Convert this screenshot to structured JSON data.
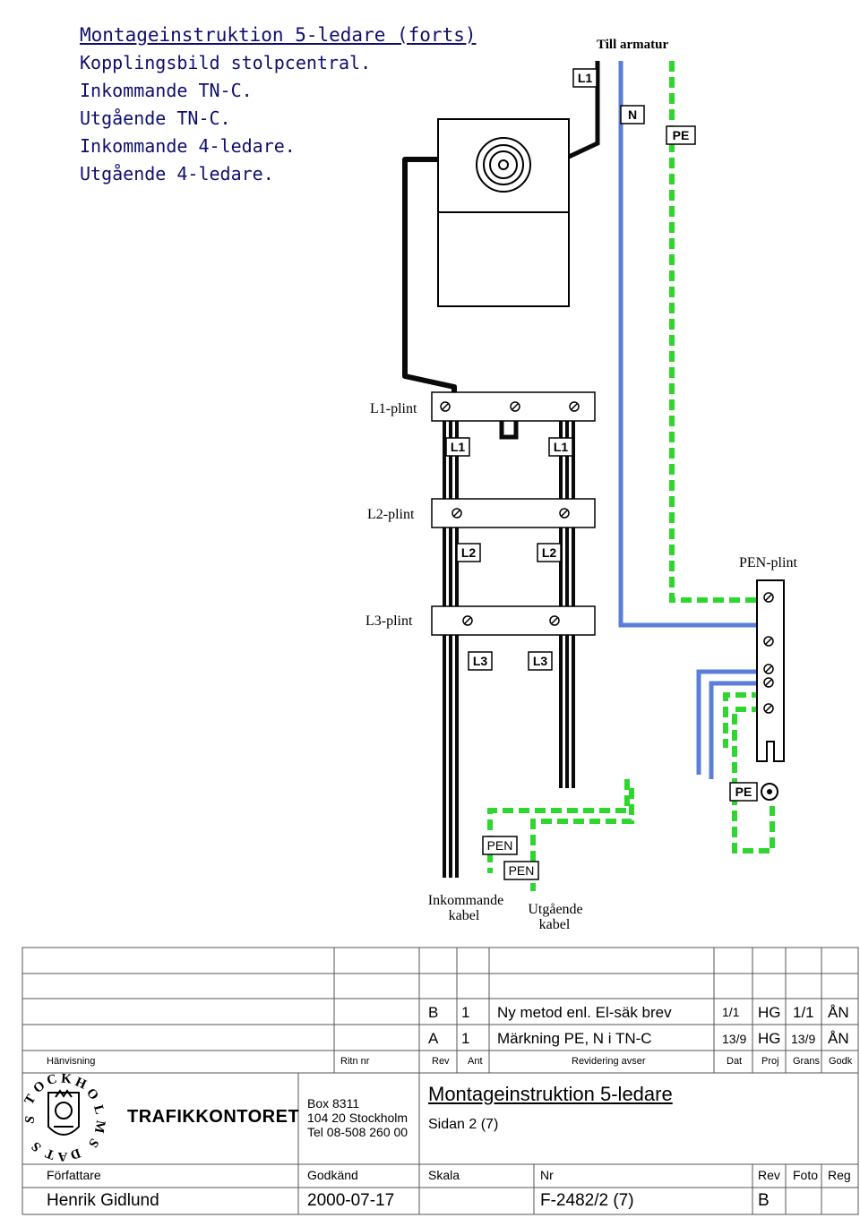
{
  "heading": {
    "title": "Montageinstruktion 5-ledare (forts)",
    "lines": [
      "Kopplingsbild stolpcentral.",
      "Inkommande TN-C.",
      "Utgående TN-C.",
      "Inkommande 4-ledare.",
      "Utgående 4-ledare."
    ]
  },
  "diagram": {
    "till_armatur": "Till armatur",
    "tags": {
      "l1": "L1",
      "l2": "L2",
      "l3": "L3",
      "n": "N",
      "pe": "PE",
      "pen": "PEN"
    },
    "plints": {
      "l1": "L1-plint",
      "l2": "L2-plint",
      "l3": "L3-plint",
      "pen": "PEN-plint"
    },
    "incoming": [
      "Inkommande",
      "kabel"
    ],
    "outgoing": [
      "Utgående",
      "kabel"
    ],
    "colors": {
      "blue": "#5b7fd8",
      "green": "#2fd62f",
      "black": "#0a0a0a"
    }
  },
  "revisions": [
    {
      "rev": "B",
      "ant": "1",
      "desc": "Ny metod enl. El-säk brev",
      "dat": "1/1",
      "proj": "HG",
      "grans": "1/1",
      "godk": "ÅN"
    },
    {
      "rev": "A",
      "ant": "1",
      "desc": "Märkning PE, N i TN-C",
      "dat": "13/9",
      "proj": "HG",
      "grans": "13/9",
      "godk": "ÅN"
    }
  ],
  "rev_headers": {
    "hanvisning": "Hänvisning",
    "ritn": "Ritn nr",
    "rev": "Rev",
    "ant": "Ant",
    "revidering": "Revidering avser",
    "dat": "Dat",
    "proj": "Proj",
    "grans": "Grans",
    "godk": "Godk"
  },
  "org": {
    "logo_text": "STOCKHOLMS STAD",
    "department": "TRAFIKKONTORET",
    "address": [
      "Box 8311",
      "104 20  Stockholm",
      "Tel 08-508 260 00"
    ]
  },
  "document": {
    "title": "Montageinstruktion 5-ledare",
    "page": "Sidan 2 (7)"
  },
  "footer_headers": {
    "forfattare": "Författare",
    "godkand": "Godkänd",
    "skala": "Skala",
    "nr": "Nr",
    "rev": "Rev",
    "foto": "Foto",
    "reg": "Reg"
  },
  "footer": {
    "forfattare": "Henrik Gidlund",
    "godkand": "2000-07-17",
    "nr": "F-2482/2 (7)",
    "rev": "B"
  }
}
